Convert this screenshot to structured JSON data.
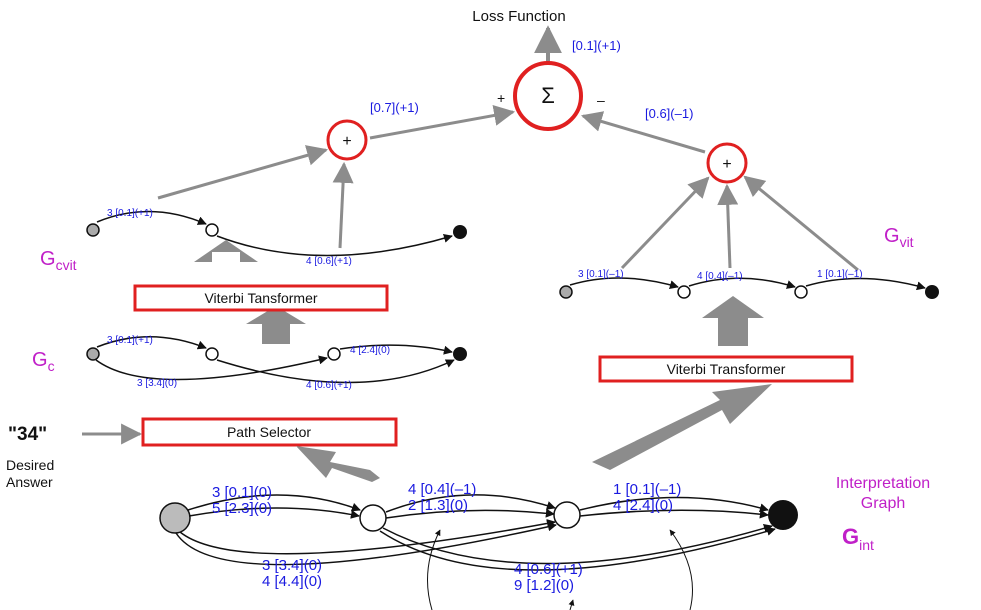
{
  "loss_function": "Loss Function",
  "loss_value": "[0.1](+1)",
  "sum_symbol": "Σ",
  "plus_sign": "+",
  "minus_sign": "–",
  "left_sum_value": "[0.7](+1)",
  "right_sum_value": "[0.6](–1)",
  "plus_symbol": "+",
  "g_cvit": {
    "base": "G",
    "sub": "cvit"
  },
  "g_c": {
    "base": "G",
    "sub": "c"
  },
  "g_vit": {
    "base": "G",
    "sub": "vit"
  },
  "g_int": {
    "base": "G",
    "sub": "int"
  },
  "cvit_arcs": [
    "3 [0.1](+1)",
    "4 [0.6](+1)"
  ],
  "c_arcs": [
    "3 [0.1](+1)",
    "3 [3.4](0)",
    "4 [2.4](0)",
    "4 [0.6](+1)"
  ],
  "vit_arcs": [
    "3 [0.1](–1)",
    "4 [0.4](–1)",
    "1 [0.1](–1)"
  ],
  "left_transformer": "Viterbi Tansformer",
  "right_transformer": "Viterbi Transformer",
  "path_selector": "Path Selector",
  "desired_answer_value": "\"34\"",
  "desired_answer_line1": "Desired",
  "desired_answer_line2": "Answer",
  "interpretation_line1": "Interpretation",
  "interpretation_line2": "Graph",
  "int_arcs": [
    "3 [0.1](0)",
    "5 [2.3](0)",
    "4 [0.4](–1)",
    "2 [1.3](0)",
    "1 [0.1](–1)",
    "4 [2.4](0)",
    "3 [3.4](0)",
    "4 [4.4](0)",
    "4 [0.6](+1)",
    "9 [1.2](0)"
  ],
  "colors": {
    "box": "#e02020",
    "arrow": "#8c8c8c",
    "text": "#1a1ae0",
    "graph_label": "#c020c8"
  }
}
